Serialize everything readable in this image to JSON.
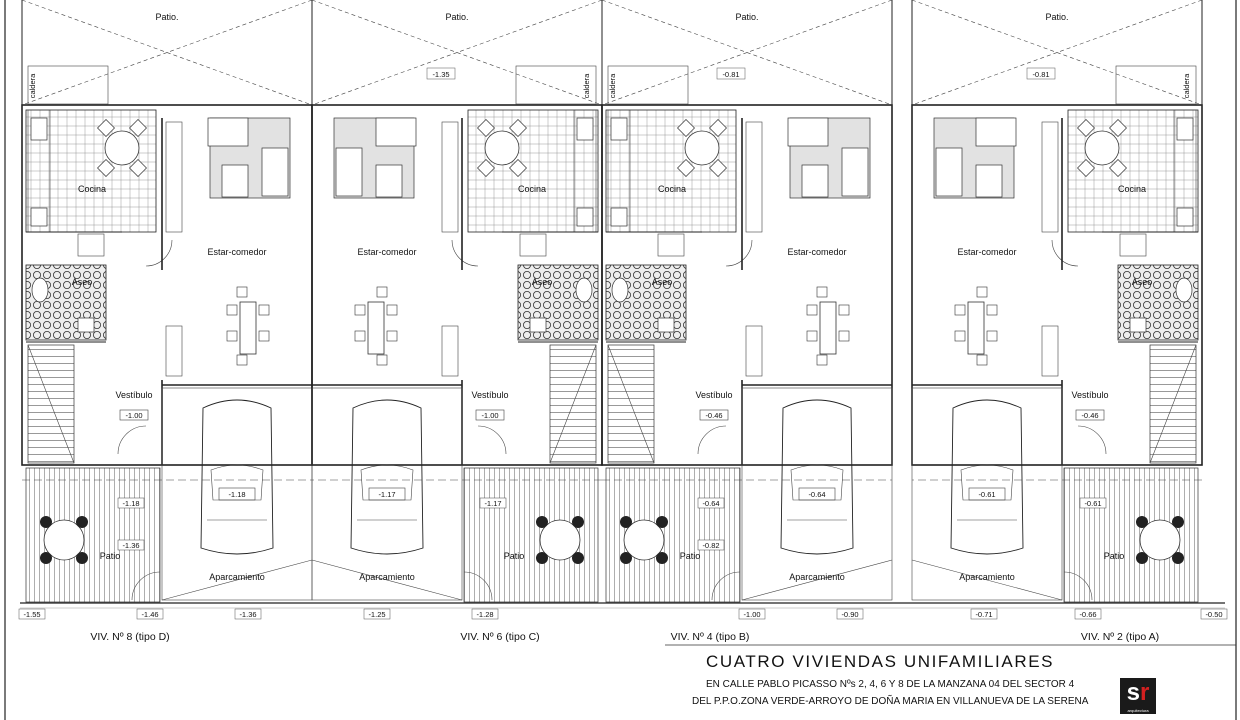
{
  "units": [
    {
      "patio_top": "Patio.",
      "kitchen": "Cocina",
      "caldera": "caldera",
      "living": "Estar-comedor",
      "bath": "Aseo",
      "hall": "Vestíbulo",
      "hall_level": "-1.00",
      "parking": "Aparcamiento",
      "car_level": "-1.18",
      "patio": "Patio",
      "patio_levels": [
        "-1.18",
        "-1.36"
      ],
      "name": "VIV. Nº 8 (tipo D)",
      "mirror": false
    },
    {
      "patio_top": "Patio.",
      "top_level": "-1.35",
      "kitchen": "Cocina",
      "caldera": "caldera",
      "living": "Estar-comedor",
      "bath": "Aseo",
      "hall": "Vestíbulo",
      "hall_level": "-1.00",
      "parking": "Aparcamiento",
      "car_level": "-1.17",
      "patio": "Patio",
      "patio_levels": [
        "-1.17"
      ],
      "name": "VIV. Nº 6 (tipo C)",
      "mirror": true
    },
    {
      "patio_top": "Patio.",
      "top_level": "-0.81",
      "kitchen": "Cocina",
      "caldera": "caldera",
      "living": "Estar-comedor",
      "bath": "Aseo",
      "hall": "Vestíbulo",
      "hall_level": "-0.46",
      "parking": "Aparcamiento",
      "car_level": "-0.64",
      "patio": "Patio",
      "patio_levels": [
        "-0.64",
        "-0.82"
      ],
      "name": "VIV. Nº 4 (tipo B)",
      "mirror": false
    },
    {
      "patio_top": "Patio.",
      "top_level": "-0.81",
      "kitchen": "Cocina",
      "caldera": "caldera",
      "living": "Estar-comedor",
      "bath": "Aseo",
      "hall": "Vestíbulo",
      "hall_level": "-0.46",
      "parking": "Aparcamiento",
      "car_level": "-0.61",
      "patio": "Patio",
      "patio_levels": [
        "-0.61"
      ],
      "name": "VIV. Nº 2 (tipo A)",
      "mirror": true
    }
  ],
  "street_levels": [
    "-1.55",
    "-1.46",
    "-1.36",
    "-1.25",
    "-1.28",
    "-1.00",
    "-0.90",
    "-0.71",
    "-0.66",
    "-0.50"
  ],
  "title_block": {
    "title": "CUATRO VIVIENDAS UNIFAMILIARES",
    "line1": "EN CALLE PABLO PICASSO Nºs 2, 4, 6 Y 8 DE  LA MANZANA 04 DEL SECTOR 4",
    "line2": "DEL P.P.O.ZONA VERDE-ARROYO DE DOÑA MARIA EN VILLANUEVA DE LA SERENA",
    "logo_s": "s",
    "logo_r": "r",
    "logo_caption": "arquitectura"
  }
}
